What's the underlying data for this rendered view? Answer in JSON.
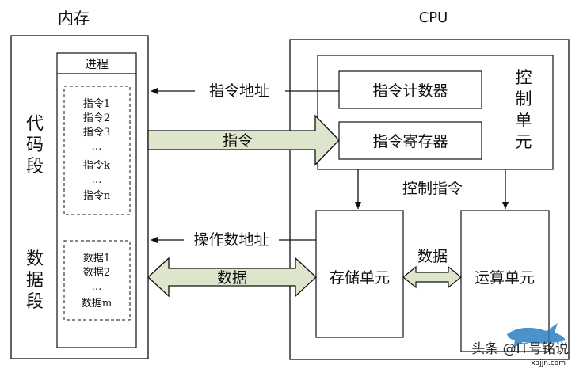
{
  "memory": {
    "title": "内存",
    "process_label": "进程",
    "code_segment": [
      "代",
      "码",
      "段"
    ],
    "data_segment": [
      "数",
      "据",
      "段"
    ],
    "instructions": [
      "指令1",
      "指令2",
      "指令3",
      "…",
      "指令k",
      "…",
      "指令n"
    ],
    "data_items": [
      "数据1",
      "数据2",
      "…",
      "数据m"
    ]
  },
  "cpu": {
    "title": "CPU",
    "control_unit": [
      "控",
      "制",
      "单",
      "元"
    ],
    "program_counter": "指令计数器",
    "instruction_register": "指令寄存器",
    "storage_unit": "存储单元",
    "alu": "运算单元"
  },
  "arrows": {
    "instruction_address": "指令地址",
    "instruction": "指令",
    "control_signal": "控制指令",
    "operand_address": "操作数地址",
    "data_bus": "数据",
    "data_link": "数据"
  },
  "colors": {
    "fat_arrow_fill": "#dde5cc",
    "stroke": "#111111"
  },
  "watermark": {
    "text": "头条 @IT号铭说",
    "site": "xajjn.com"
  }
}
